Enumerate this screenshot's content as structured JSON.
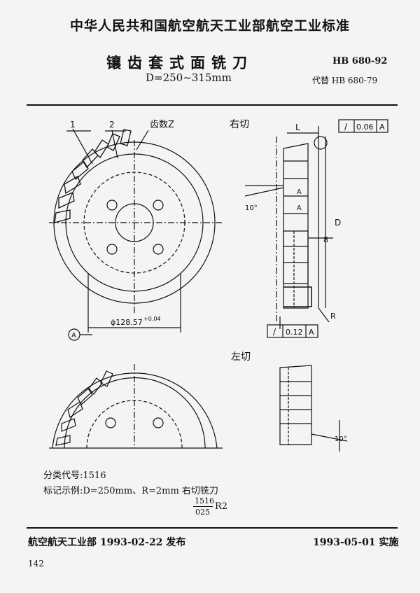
{
  "header": {
    "org_standard": "中华人民共和国航空航天工业部航空工业标准",
    "title": "镶齿套式面铣刀",
    "subtitle": "D=250~315mm",
    "standard_no": "HB 680-92",
    "replaces": "代替 HB 680-79"
  },
  "drawing": {
    "right_cut_label": "右切",
    "left_cut_label": "左切",
    "callout_1": "1",
    "callout_2": "2",
    "teeth_label": "齿数Z",
    "datum_A": "A",
    "dia_label": "ϕ128.57",
    "dia_tol": "+0.04",
    "dim_L": "L",
    "dim_D": "D",
    "dim_8": "8",
    "dim_R": "R",
    "angle_10": "10°",
    "angle_10_left": "10°",
    "tol1_sym": "/",
    "tol1_val": "0.06",
    "tol1_ref": "A",
    "tol2_sym": "/",
    "tol2_val": "0.12",
    "tol2_ref": "A",
    "section_a": "A",
    "section_a2": "A"
  },
  "notes": {
    "class_code": "分类代号:1516",
    "marking_example": "标记示例:D=250mm、R=2mm 右切铣刀",
    "code_num": "1516",
    "code_den": "025",
    "code_suffix": "R2"
  },
  "footer": {
    "issuer": "航空航天工业部 1993-02-22 发布",
    "effective": "1993-05-01 实施",
    "page_number": "142"
  }
}
